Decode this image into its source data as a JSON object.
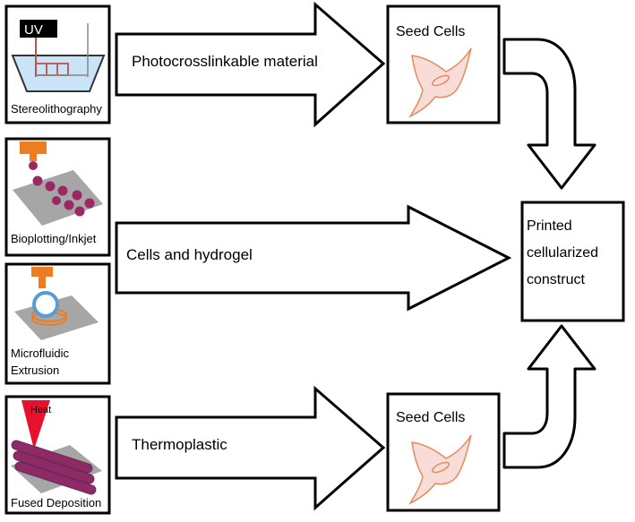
{
  "methods": [
    {
      "label_lines": [
        "Stereolithography"
      ],
      "icon": "stereolithography-icon",
      "badge": "UV"
    },
    {
      "label_lines": [
        "Bioplotting/Inkjet"
      ],
      "icon": "inkjet-icon"
    },
    {
      "label_lines": [
        "Microfluidic",
        "Extrusion"
      ],
      "icon": "microfluidic-extrusion-icon"
    },
    {
      "label_lines": [
        "Fused Deposition"
      ],
      "icon": "fused-deposition-icon",
      "badge": "Heat"
    }
  ],
  "arrows": {
    "top": "Photocrosslinkable material",
    "middle": "Cells and hydrogel",
    "bottom": "Thermoplastic"
  },
  "seed_cells": {
    "top": "Seed Cells",
    "bottom": "Seed Cells"
  },
  "result_lines": [
    "Printed",
    "cellularized",
    "construct"
  ],
  "colors": {
    "stroke": "#000000",
    "nozzle": "#ee7d22",
    "droplet": "#9b2862",
    "cell_fill": "#f7dcd8",
    "cell_stroke": "#e58b5e",
    "bath": "#c9e4f7",
    "plate": "#a6a6a6",
    "heat": "#e8112d",
    "ring": "#5b9bd5"
  }
}
